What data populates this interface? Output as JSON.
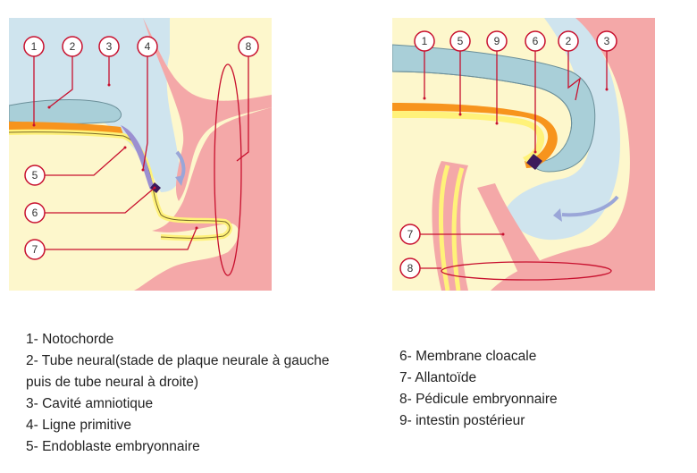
{
  "colors": {
    "background_panel": "#fdf7cc",
    "amnion_blue": "#cfe4ee",
    "body_pink": "#f4a8a8",
    "notochord_blue": "#a9cfd8",
    "orange_layer": "#f7941d",
    "yellow_layer": "#fff27a",
    "purple_streak": "#9b8fd1",
    "membrane_dark": "#3b1a5c",
    "marker_red": "#c8102e",
    "arrow_blue": "#9aa6d8"
  },
  "left_diagram": {
    "labels": [
      "1",
      "2",
      "3",
      "4",
      "5",
      "6",
      "7",
      "8"
    ]
  },
  "right_diagram": {
    "labels": [
      "1",
      "5",
      "9",
      "6",
      "2",
      "3",
      "7",
      "8"
    ]
  },
  "legend_left": [
    "1- Notochorde",
    "2- Tube neural(stade de plaque neurale à gauche puis de tube neural à droite)",
    "3- Cavité amniotique",
    "4- Ligne primitive",
    "5- Endoblaste embryonnaire"
  ],
  "legend_right": [
    "6- Membrane cloacale",
    "7- Allantoïde",
    "8- Pédicule embryonnaire",
    "9- intestin postérieur"
  ]
}
